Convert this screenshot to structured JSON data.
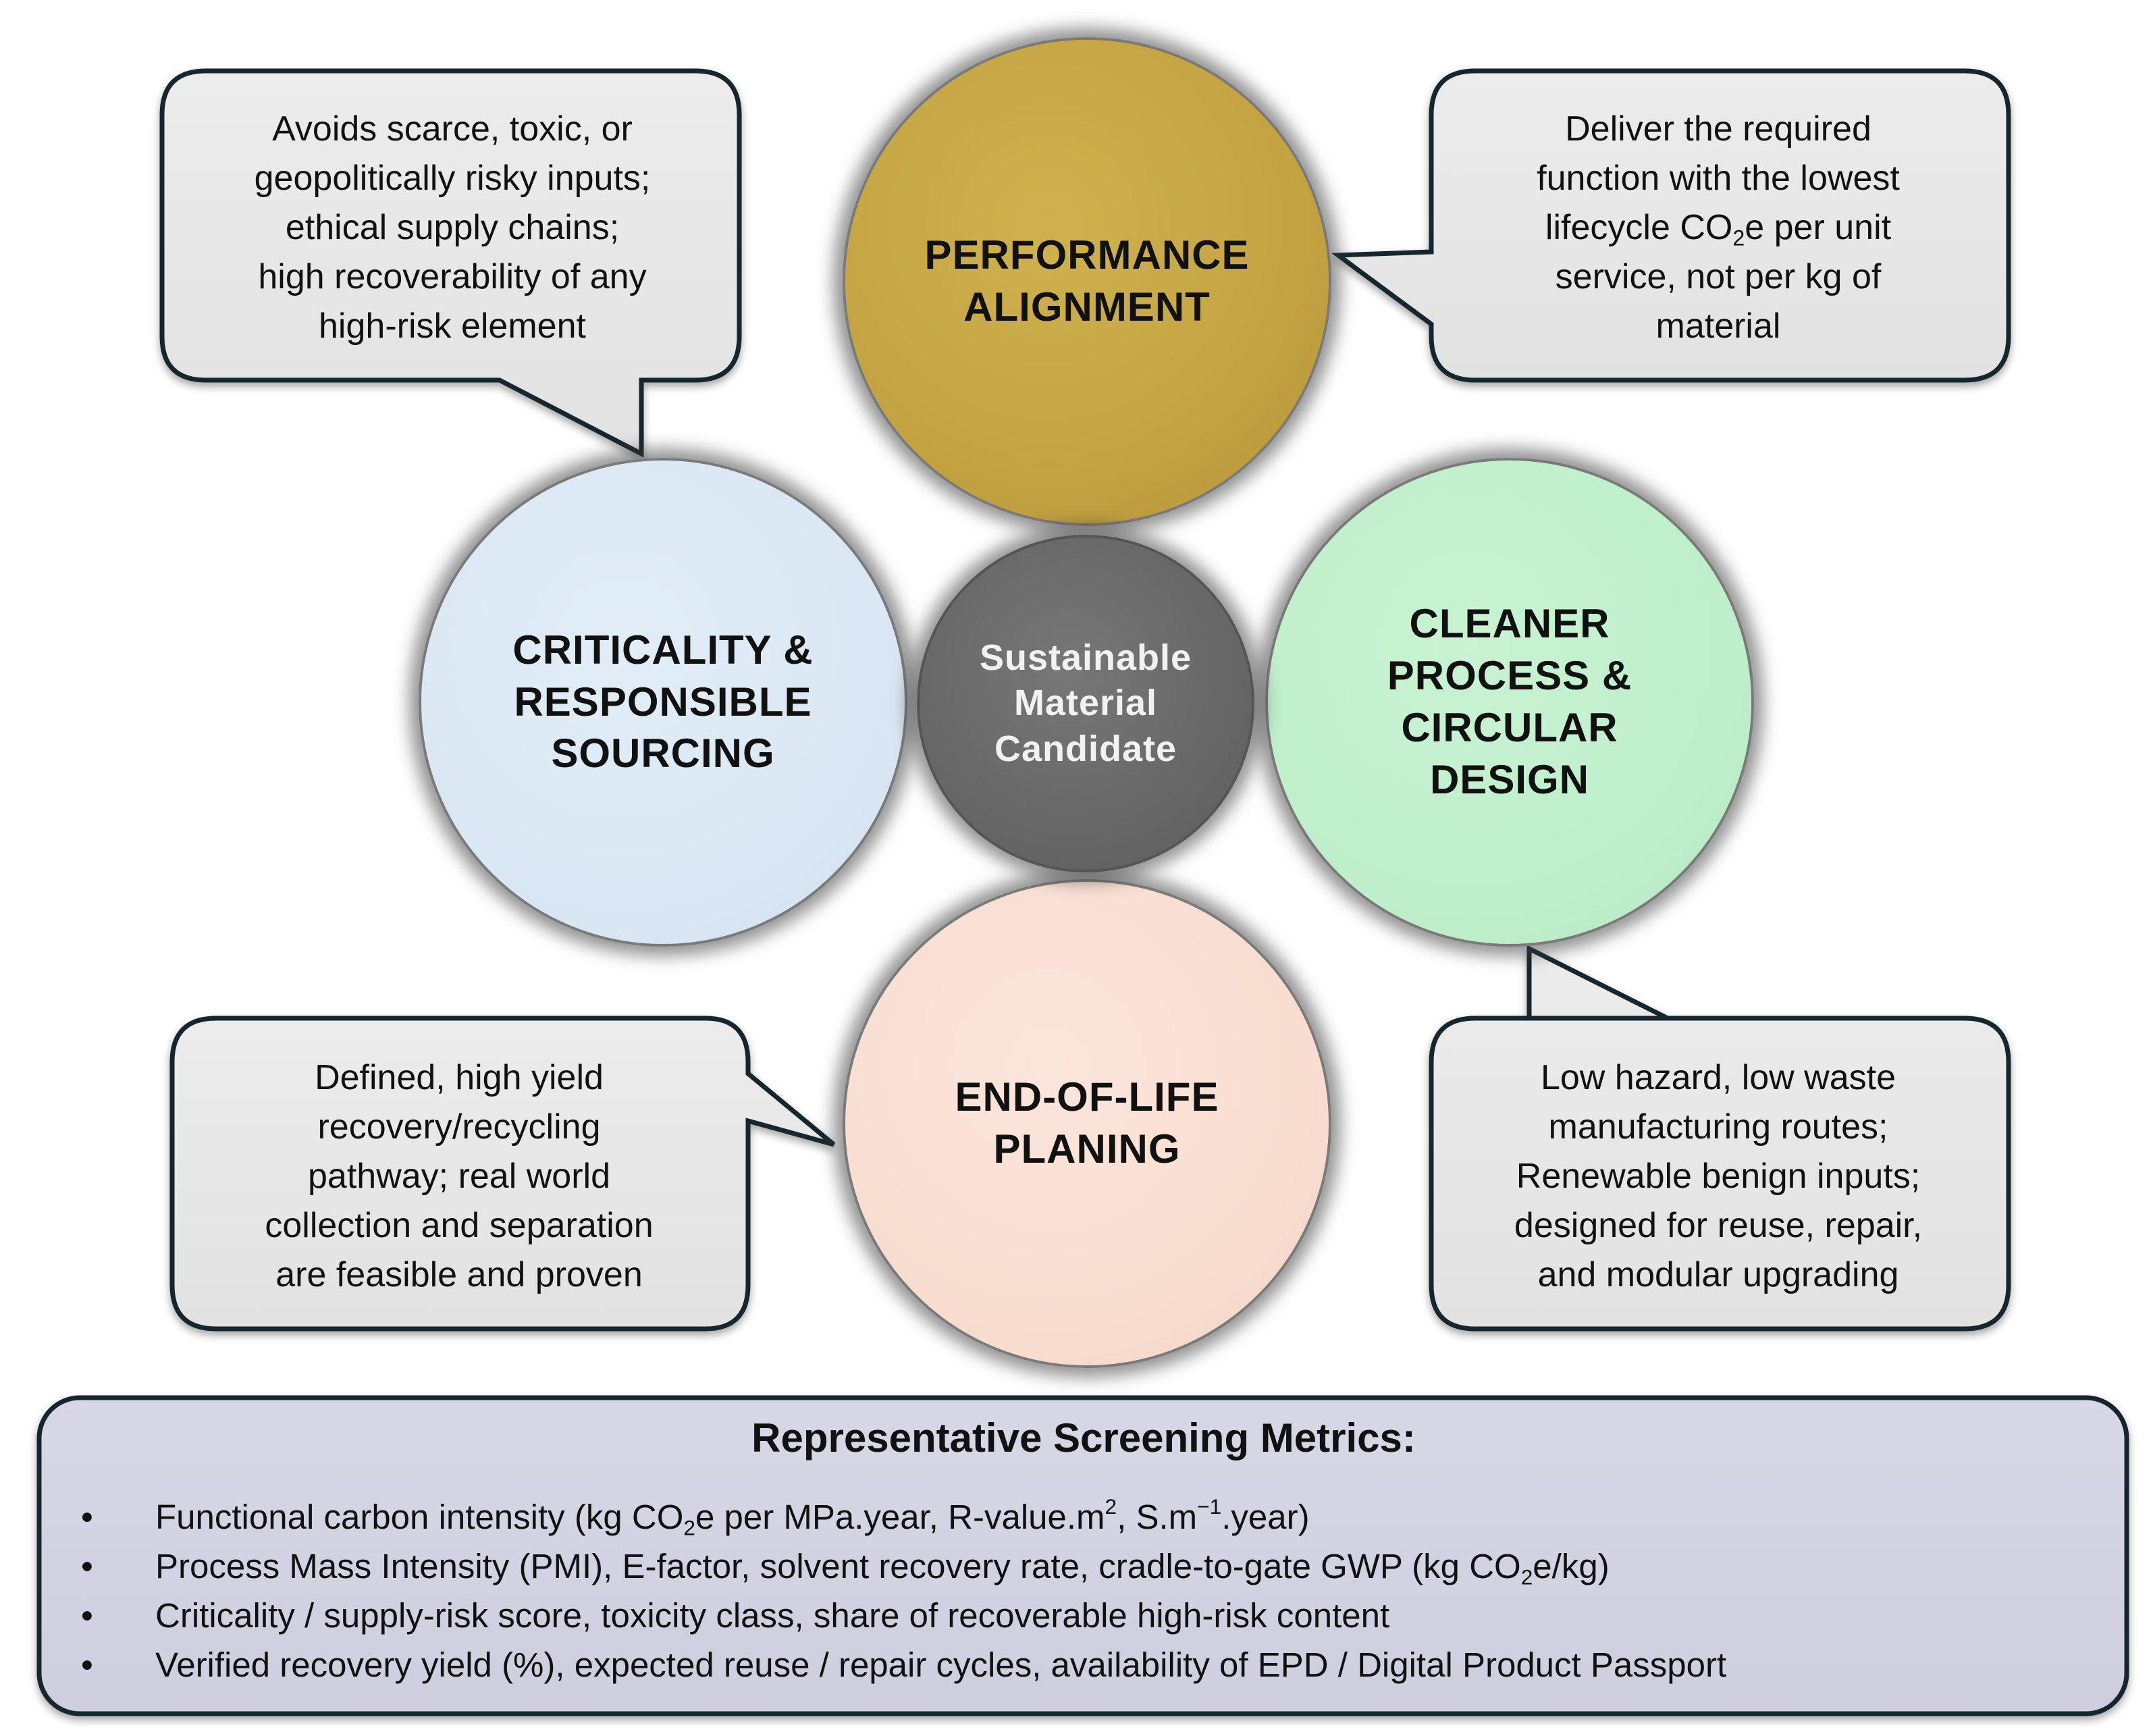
{
  "diagram": {
    "center": {
      "label": "Sustainable\nMaterial\nCandidate"
    },
    "pillars": {
      "performance": {
        "label": "PERFORMANCE\nALIGNMENT"
      },
      "criticality": {
        "label": "CRITICALITY &\nRESPONSIBLE\nSOURCING"
      },
      "cleaner": {
        "label": "CLEANER\nPROCESS &\nCIRCULAR\nDESIGN"
      },
      "end_of_life": {
        "label": "END-OF-LIFE\nPLANING"
      }
    },
    "callouts": {
      "criticality": {
        "text": "Avoids scarce, toxic, or\ngeopolitically risky inputs;\nethical supply chains;\nhigh recoverability of any\nhigh-risk element"
      },
      "performance": {
        "line1": "Deliver the required",
        "line2": "function with the lowest",
        "line3_pre": "lifecycle CO",
        "line3_sub": "2",
        "line3_post": "e per unit",
        "line4": "service, not per kg of",
        "line5": "material"
      },
      "end_of_life": {
        "text": "Defined, high yield\nrecovery/recycling\npathway; real world\ncollection and separation\nare feasible and proven"
      },
      "cleaner": {
        "text": "Low hazard, low waste\nmanufacturing routes;\nRenewable benign inputs;\ndesigned for reuse, repair,\nand modular upgrading"
      }
    }
  },
  "metrics": {
    "title": "Representative Screening Metrics:",
    "bullet": "•",
    "item1": {
      "t1": "Functional carbon intensity (kg CO",
      "sub1": "2",
      "t2": "e per MPa.year, R-value.m",
      "sup1": "2",
      "t3": ", S.m",
      "sup2": "−1",
      "t4": ".year)"
    },
    "item2": {
      "t1": "Process Mass Intensity (PMI), E-factor, solvent recovery rate, cradle-to-gate GWP (kg CO",
      "sub1": "2",
      "t2": "e/kg)"
    },
    "item3": {
      "text": "Criticality / supply-risk score, toxicity class, share of recoverable high-risk content"
    },
    "item4": {
      "text": "Verified recovery yield (%), expected reuse / repair cycles, availability of EPD / Digital Product Passport"
    }
  }
}
